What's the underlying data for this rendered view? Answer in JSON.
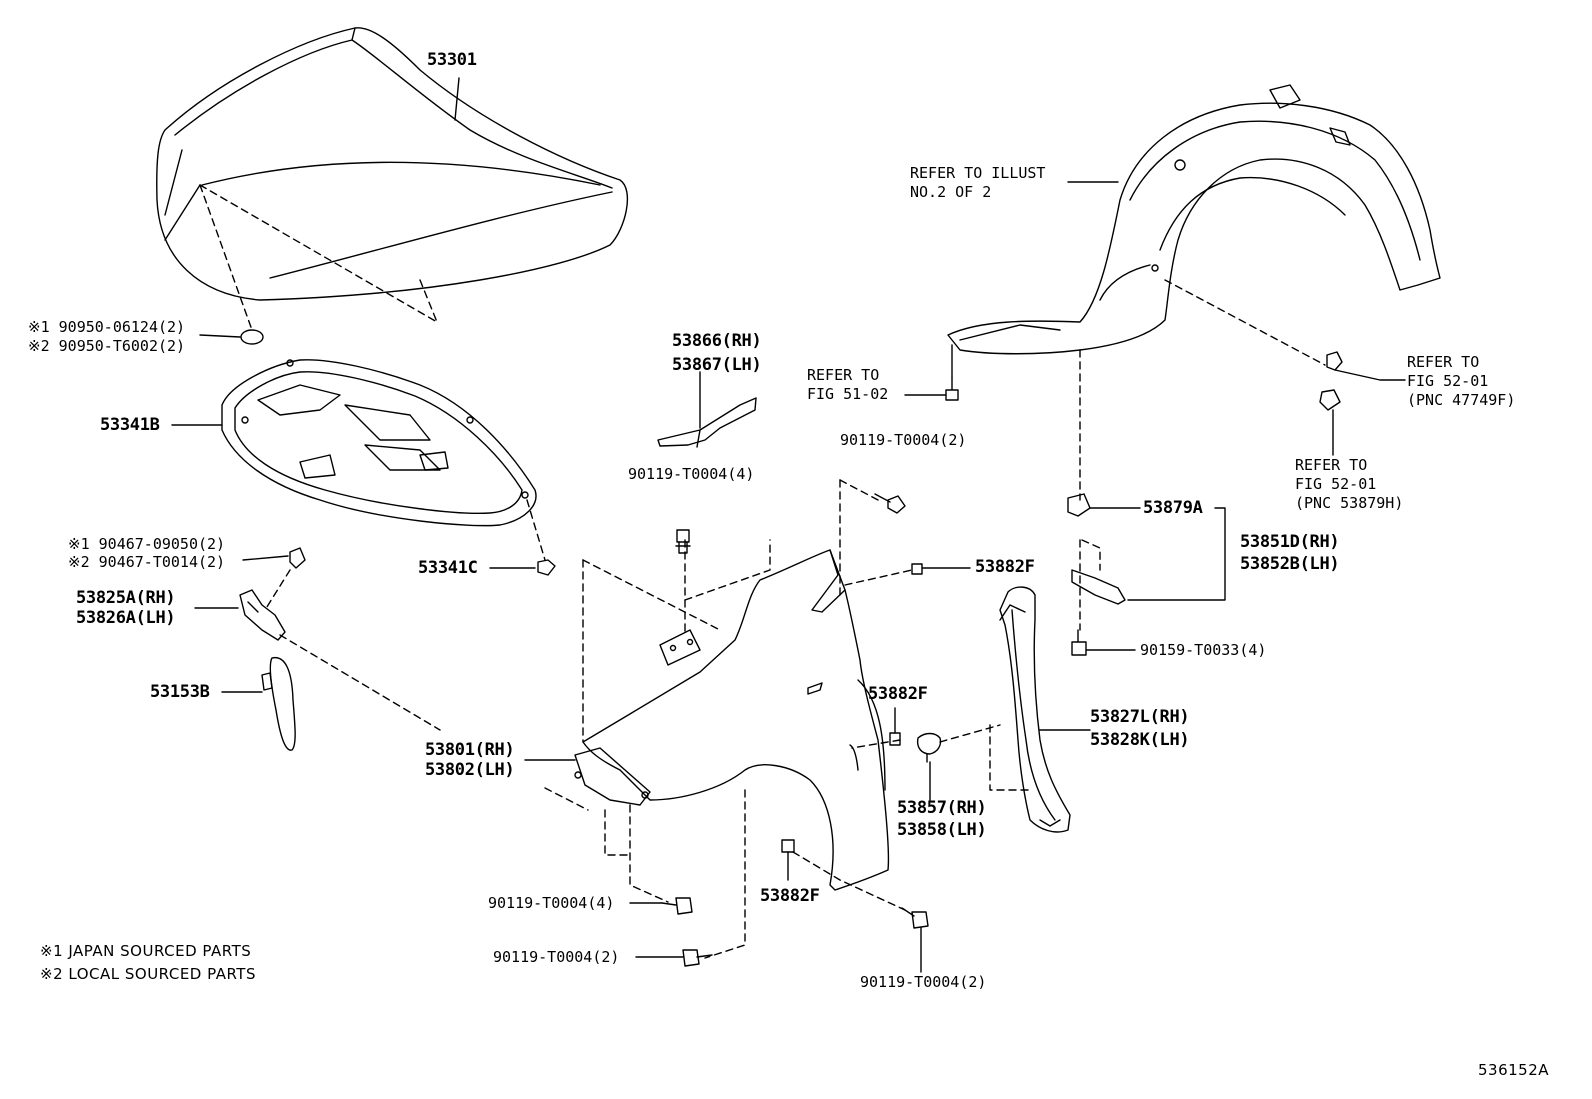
{
  "labels": {
    "hood": "53301",
    "hood_cushion_1": "※1 90950-06124(2)",
    "hood_cushion_2": "※2 90950-T6002(2)",
    "insulator": "53341B",
    "insulator_clip": "53341C",
    "clip_1": "※1 90467-09050(2)",
    "clip_2": "※2 90467-T0014(2)",
    "bracket_rh": "53825A(RH)",
    "bracket_lh": "53826A(LH)",
    "seal": "53153B",
    "fender_rh": "53801(RH)",
    "fender_lh": "53802(LH)",
    "cowl_rh": "53866(RH)",
    "cowl_lh": "53867(LH)",
    "bolt_a": "90119-T0004(4)",
    "bolt_b": "90119-T0004(2)",
    "bolt_c": "90119-T0004(4)",
    "bolt_d": "90119-T0004(2)",
    "bolt_e": "90119-T0004(2)",
    "refer_51_line1": "REFER TO",
    "refer_51_line2": "FIG 51-02",
    "refer_illust_line1": "REFER TO ILLUST",
    "refer_illust_line2": "NO.2 OF 2",
    "refer_52a_line1": "REFER TO",
    "refer_52a_line2": "FIG 52-01",
    "refer_52a_line3": "(PNC 47749F)",
    "refer_52b_line1": "REFER TO",
    "refer_52b_line2": "FIG 52-01",
    "refer_52b_line3": "(PNC 53879H)",
    "clip_879": "53879A",
    "liner_rh": "53851D(RH)",
    "liner_lh": "53852B(LH)",
    "screw": "90159-T0033(4)",
    "pad_a": "53882F",
    "pad_b": "53882F",
    "pad_c": "53882F",
    "protector_rh": "53827L(RH)",
    "protector_lh": "53828K(LH)",
    "retainer_rh": "53857(RH)",
    "retainer_lh": "53858(LH)"
  },
  "notes": {
    "note_1": "※1 JAPAN SOURCED PARTS",
    "note_2": "※2 LOCAL SOURCED PARTS"
  },
  "figure_id": "536152A"
}
